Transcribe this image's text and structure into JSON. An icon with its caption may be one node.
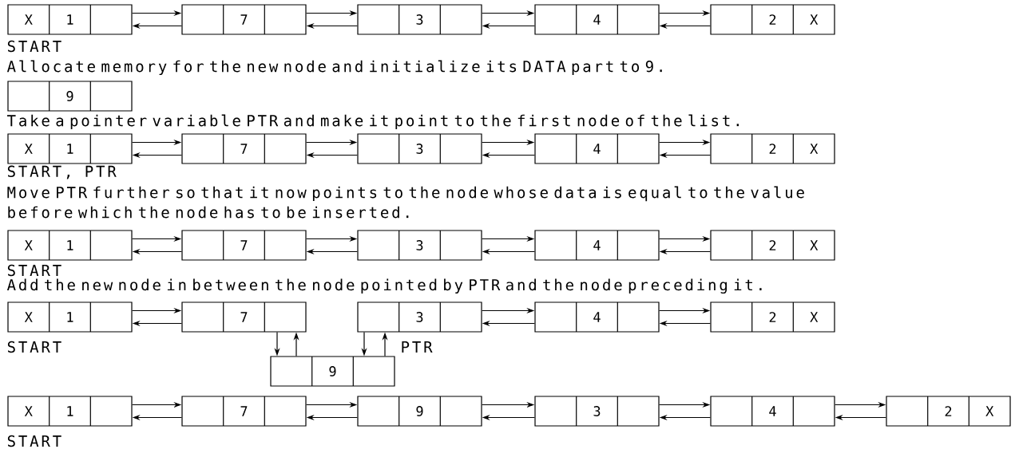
{
  "diagram": {
    "nodes": [
      {
        "text": [
          "X",
          "1"
        ],
        "beside": [
          "START"
        ]
      },
      {
        "text": [
          "7"
        ]
      },
      {
        "text": [
          "3"
        ]
      },
      {
        "text": [
          "4"
        ]
      },
      {
        "text": [
          "2",
          "X"
        ]
      },
      {
        "text": [
          "9"
        ]
      },
      {
        "text": [
          "X",
          "1"
        ],
        "beside": [
          "START, PTR"
        ]
      },
      {
        "text": [
          "7"
        ]
      },
      {
        "text": [
          "3"
        ]
      },
      {
        "text": [
          "4"
        ]
      },
      {
        "text": [
          "2",
          "X"
        ]
      },
      {
        "text": [
          "X",
          "1"
        ],
        "beside": [
          "START"
        ]
      },
      {
        "text": [
          "7"
        ]
      },
      {
        "text": [
          "3"
        ]
      },
      {
        "text": [
          "4"
        ]
      },
      {
        "text": [
          "2",
          "X"
        ]
      },
      {
        "text": [
          "X",
          "1"
        ],
        "beside": [
          "START"
        ]
      },
      {
        "text": [
          "7"
        ]
      },
      {
        "text": [
          "3"
        ],
        "beside": [
          "PTR"
        ]
      },
      {
        "text": [
          "4"
        ]
      },
      {
        "text": [
          "2",
          "X"
        ]
      },
      {
        "text": [
          "9"
        ]
      },
      {
        "text": [
          "X",
          "1"
        ],
        "beside": [
          "START"
        ]
      },
      {
        "text": [
          "7"
        ]
      },
      {
        "text": [
          "9"
        ]
      },
      {
        "text": [
          "3"
        ]
      },
      {
        "text": [
          "4"
        ]
      },
      {
        "text": [
          "2",
          "X"
        ]
      }
    ],
    "edges": [
      {
        "from": 0,
        "to": 1,
        "arrow": "to"
      },
      {
        "from": 1,
        "to": 0,
        "arrow": "to"
      },
      {
        "from": 1,
        "to": 2,
        "arrow": "to"
      },
      {
        "from": 2,
        "to": 1,
        "arrow": "to"
      },
      {
        "from": 2,
        "to": 3,
        "arrow": "to"
      },
      {
        "from": 3,
        "to": 2,
        "arrow": "to"
      },
      {
        "from": 3,
        "to": 4,
        "arrow": "to"
      },
      {
        "from": 4,
        "to": 3,
        "arrow": "to"
      },
      {
        "from": 6,
        "to": 7,
        "arrow": "to"
      },
      {
        "from": 7,
        "to": 6,
        "arrow": "to"
      },
      {
        "from": 7,
        "to": 8,
        "arrow": "to"
      },
      {
        "from": 8,
        "to": 7,
        "arrow": "to"
      },
      {
        "from": 8,
        "to": 9,
        "arrow": "to"
      },
      {
        "from": 9,
        "to": 8,
        "arrow": "to"
      },
      {
        "from": 9,
        "to": 10,
        "arrow": "to"
      },
      {
        "from": 10,
        "to": 9,
        "arrow": "to"
      },
      {
        "from": 11,
        "to": 12,
        "arrow": "to"
      },
      {
        "from": 12,
        "to": 11,
        "arrow": "to"
      },
      {
        "from": 12,
        "to": 13,
        "arrow": "to"
      },
      {
        "from": 13,
        "to": 12,
        "arrow": "to"
      },
      {
        "from": 13,
        "to": 14,
        "arrow": "to"
      },
      {
        "from": 14,
        "to": 13,
        "arrow": "to"
      },
      {
        "from": 14,
        "to": 15,
        "arrow": "to"
      },
      {
        "from": 15,
        "to": 14,
        "arrow": "to"
      },
      {
        "from": 16,
        "to": 17,
        "arrow": "to"
      },
      {
        "from": 17,
        "to": 16,
        "arrow": "to"
      },
      {
        "from": 18,
        "to": 19,
        "arrow": "to"
      },
      {
        "from": 19,
        "to": 18,
        "arrow": "to"
      },
      {
        "from": 19,
        "to": 20,
        "arrow": "to"
      },
      {
        "from": 20,
        "to": 19,
        "arrow": "to"
      },
      {
        "from": 17,
        "to": 21,
        "arrow": "to"
      },
      {
        "from": 21,
        "to": 17,
        "arrow": "to"
      },
      {
        "from": 18,
        "to": 21,
        "arrow": "to"
      },
      {
        "from": 21,
        "to": 18,
        "arrow": "to"
      },
      {
        "from": 22,
        "to": 23,
        "arrow": "to"
      },
      {
        "from": 23,
        "to": 22,
        "arrow": "to"
      },
      {
        "from": 23,
        "to": 24,
        "arrow": "to"
      },
      {
        "from": 24,
        "to": 23,
        "arrow": "to"
      },
      {
        "from": 24,
        "to": 25,
        "arrow": "to"
      },
      {
        "from": 25,
        "to": 24,
        "arrow": "to"
      },
      {
        "from": 25,
        "to": 26,
        "arrow": "to"
      },
      {
        "from": 26,
        "to": 25,
        "arrow": "to"
      },
      {
        "from": 26,
        "to": 27,
        "arrow": "to"
      },
      {
        "from": 27,
        "to": 26,
        "arrow": "to"
      }
    ],
    "labels": [
      "Allocate memory for the new node and initialize its DATA part to 9.",
      "Take a pointer variable PTR and make it point to the first node of the list.",
      "Move PTR further so that it now points to the node whose data is equal to the value before which the node has to be inserted.",
      "Add the new node in between the node pointed by PTR and the node preceding it."
    ]
  }
}
